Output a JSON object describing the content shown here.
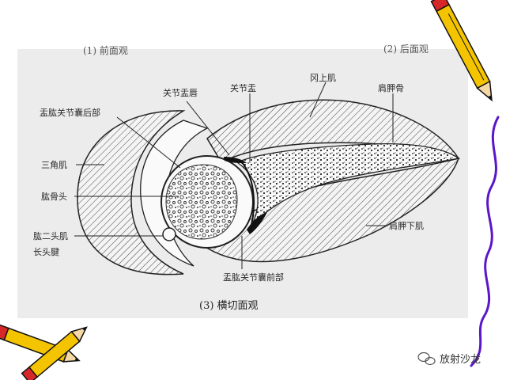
{
  "top_labels": {
    "left": "(1) 前面观",
    "right": "(2) 后面观"
  },
  "labels": {
    "glenoid_labrum": "关节盂唇",
    "glenoid": "关节盂",
    "supraspinatus": "冈上肌",
    "scapula": "肩胛骨",
    "posterior_capsule": "盂肱关节囊后部",
    "deltoid": "三角肌",
    "humeral_head": "肱骨头",
    "biceps_line1": "肱二头肌",
    "biceps_line2": "长头腱",
    "subscapularis": "肩胛下肌",
    "anterior_capsule": "盂肱关节囊前部"
  },
  "caption": "(3) 横切面观",
  "watermark": "放射沙龙",
  "colors": {
    "background": "#ffffff",
    "panel": "#ececec",
    "ink": "#2a2a2a",
    "pencil_yellow": "#f5c400",
    "pencil_red": "#d62828",
    "scribble_purple": "#5a16c8"
  }
}
